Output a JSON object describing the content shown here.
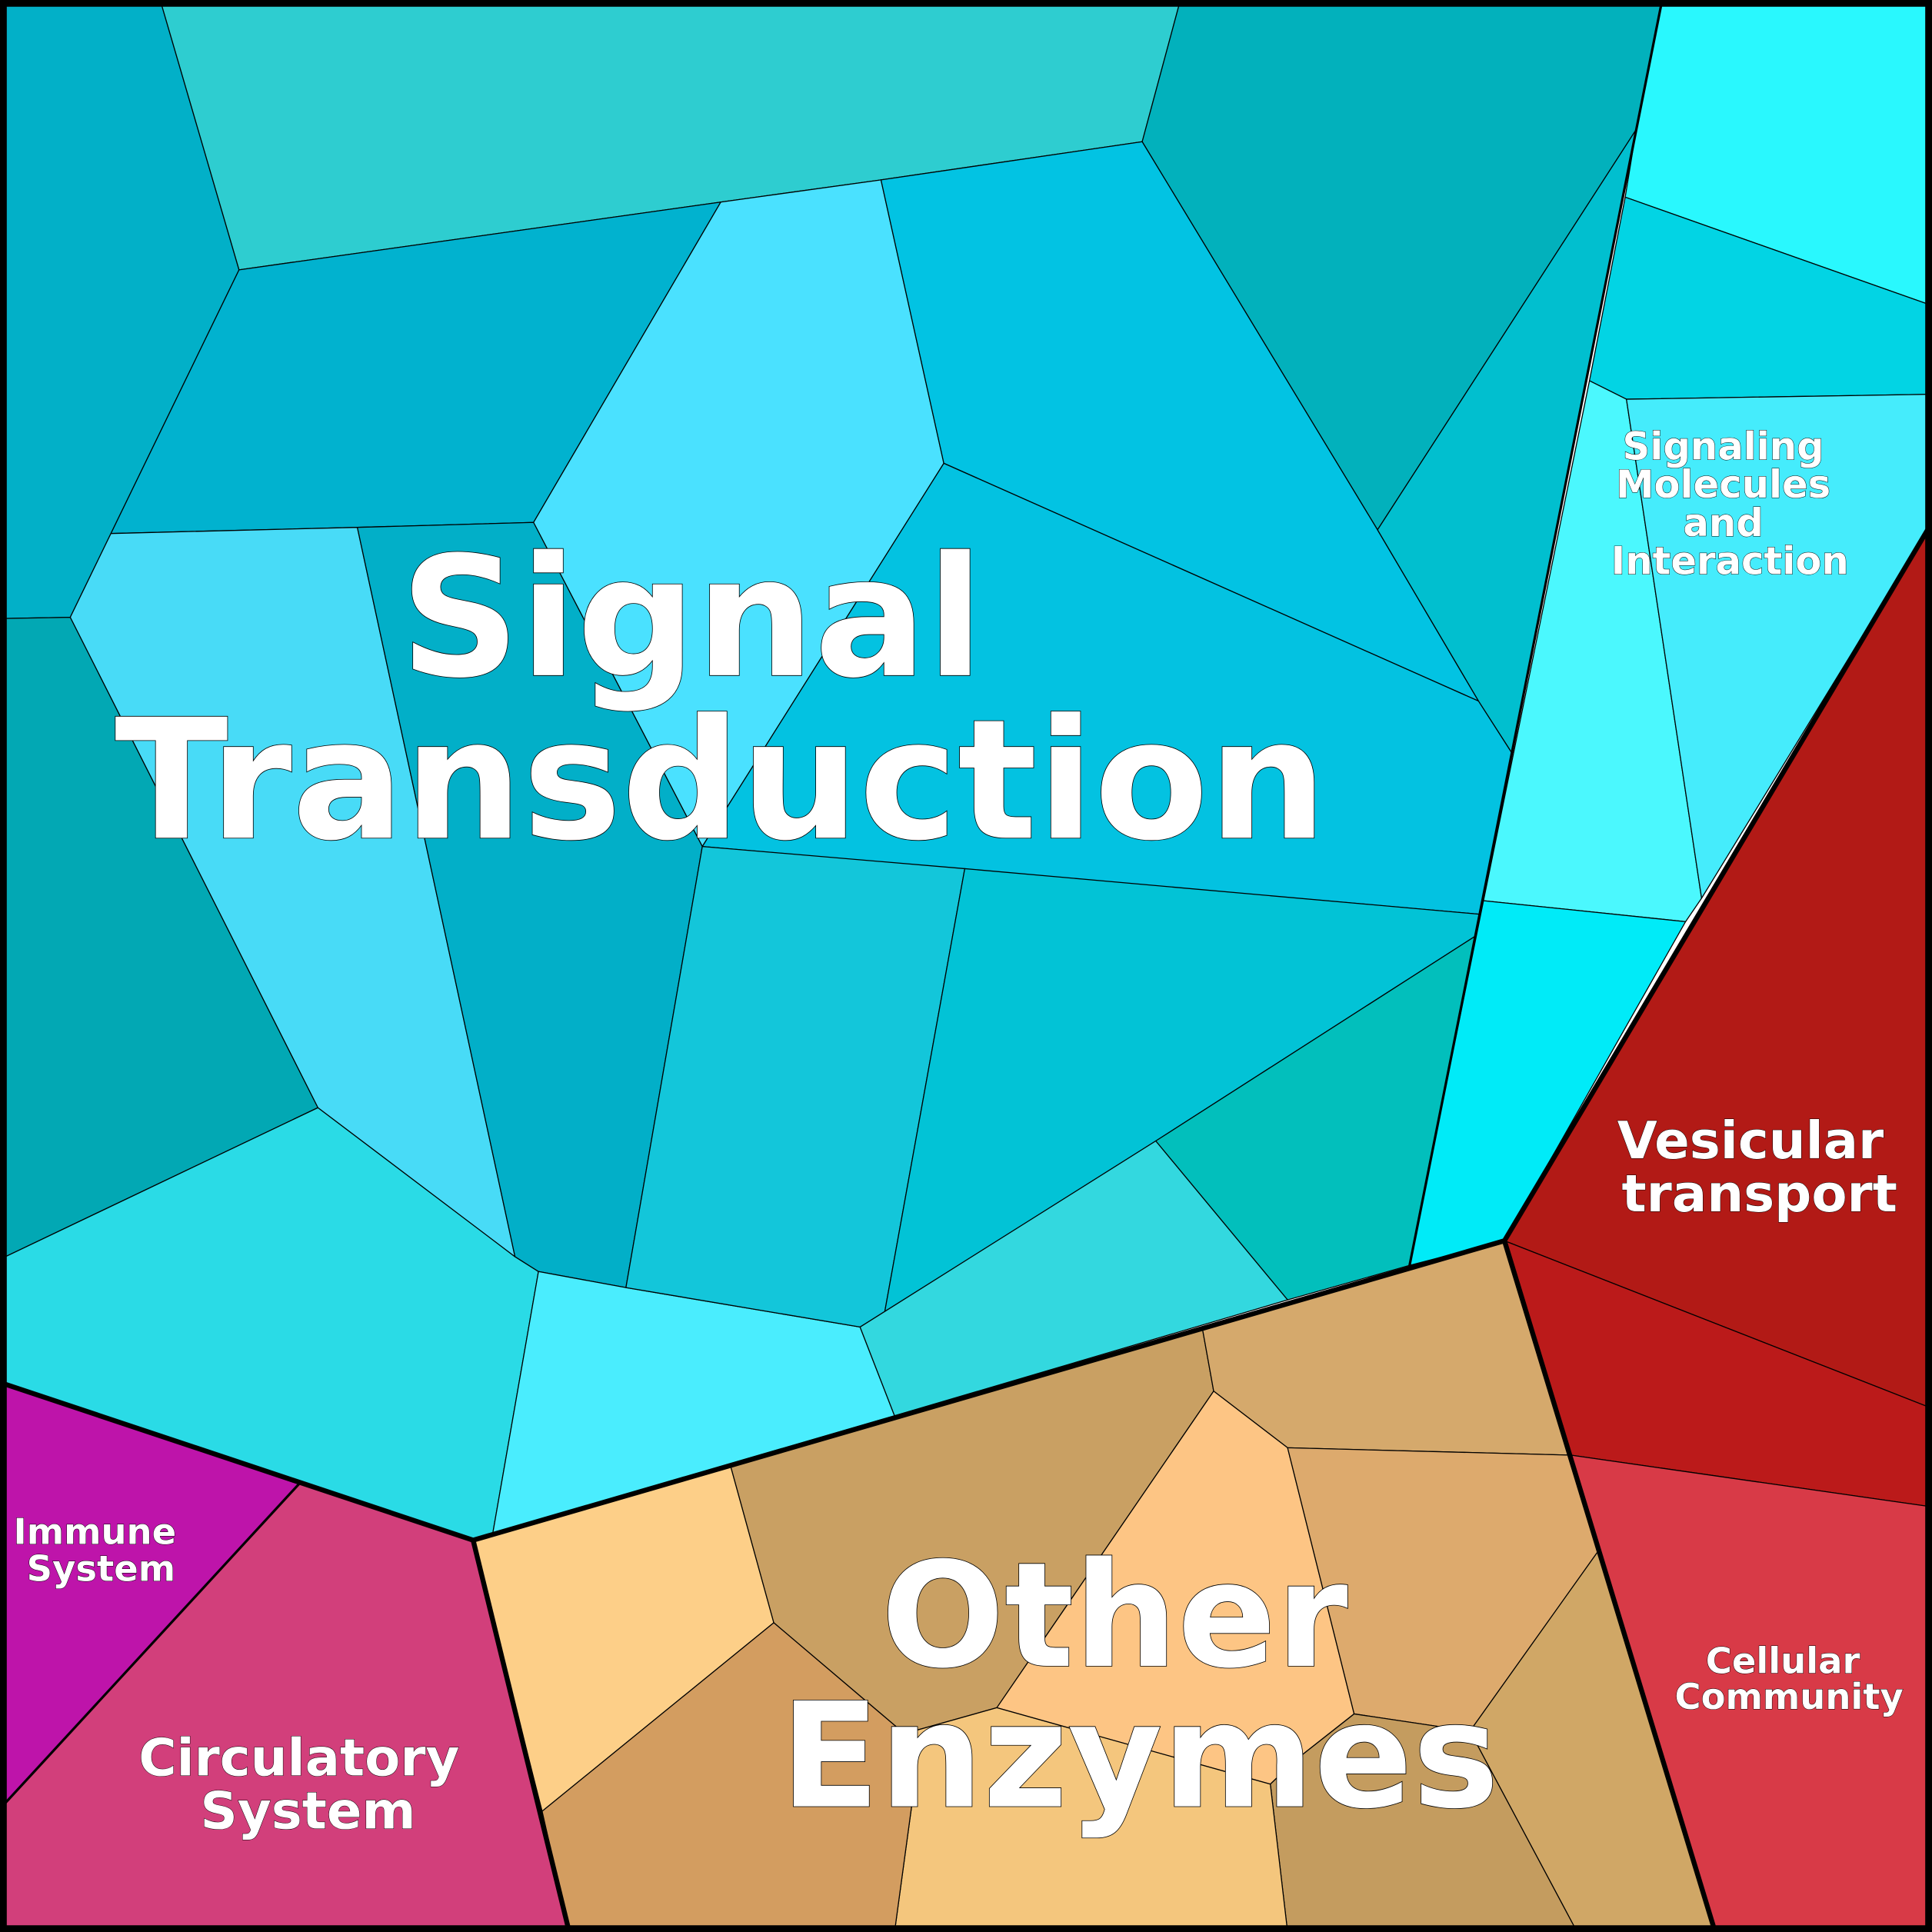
{
  "regions": [
    {
      "label_lines": [
        "Signal",
        "Transduction"
      ],
      "color": "#02c3e3"
    },
    {
      "label_lines": [
        "Signaling",
        "Molecules",
        "and",
        "Interaction"
      ],
      "color": "#45ecfc"
    },
    {
      "label_lines": [
        "Vesicular",
        "transport"
      ],
      "color": "#b21a16"
    },
    {
      "label_lines": [
        "Cellular",
        "Community"
      ],
      "color": "#d83a47"
    },
    {
      "label_lines": [
        "Immune",
        "System"
      ],
      "color": "#be14aa"
    },
    {
      "label_lines": [
        "Circulatory",
        "System"
      ],
      "color": "#d23f7b"
    },
    {
      "label_lines": [
        "Other",
        "Enzymes"
      ],
      "color": "#fdc584"
    }
  ]
}
